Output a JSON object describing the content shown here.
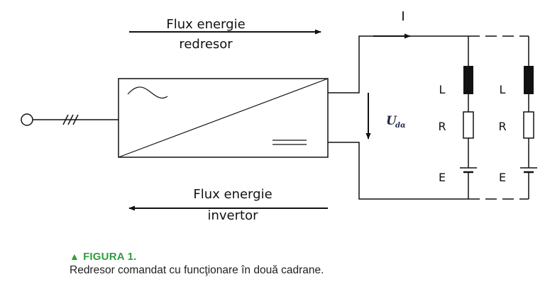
{
  "diagram": {
    "flow_top_line1": "Flux energie",
    "flow_top_line2": "redresor",
    "flow_bottom_line1": "Flux energie",
    "flow_bottom_line2": "invertor",
    "current_label": "I",
    "voltage_symbol": "U",
    "voltage_subscript": "dα",
    "branch1": {
      "inductor": "L",
      "resistor": "R",
      "source": "E"
    },
    "branch2": {
      "inductor": "L",
      "resistor": "R",
      "source": "E"
    },
    "input_phase_mark": "///"
  },
  "caption": {
    "marker_icon": "triangle-up-icon",
    "title": "FIGURA 1.",
    "text": "Redresor comandat cu funcţionare în două cadrane."
  },
  "colors": {
    "line": "#111111",
    "caption_title": "#2e9e3e",
    "voltage_label": "#1f2a44"
  }
}
